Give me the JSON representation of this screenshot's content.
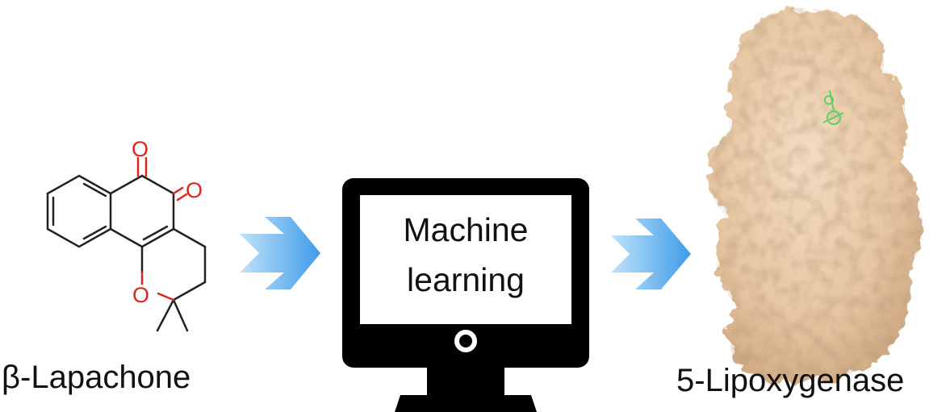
{
  "molecule": {
    "name": "β-Lapachone",
    "atoms": {
      "carbonyl_1": "O",
      "carbonyl_2": "O",
      "ring_oxygen": "O"
    },
    "colors": {
      "bond": "#222222",
      "heteroatom": "#e2231a"
    }
  },
  "computer": {
    "line1": "Machine",
    "line2": "learning",
    "colors": {
      "frame": "#000000",
      "screen": "#ffffff"
    },
    "icon": "monitor-icon"
  },
  "arrows": {
    "icon": "chevron-arrow-icon",
    "colors": {
      "light": "#bfe3fb",
      "dark": "#3f9be8"
    }
  },
  "protein": {
    "name": "5-Lipoxygenase",
    "icon": "protein-surface-icon",
    "colors": {
      "surface": "#e7c7a3",
      "shadow": "#b98f68",
      "ligand": "#5ed15e"
    }
  }
}
